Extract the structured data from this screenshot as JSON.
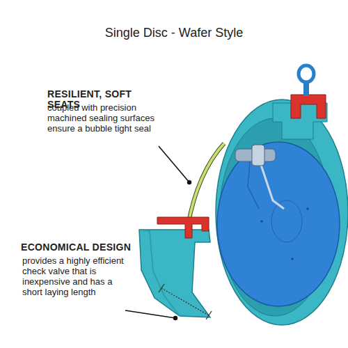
{
  "diagram": {
    "title": "Single Disc - Wafer Style",
    "labels": [
      "RESILIENT, SOFT SEATS",
      "coupled with precision machined sealing surfaces ensure a bubble tight seal",
      "ECONOMICAL DESIGN",
      "provides a highly efficient check valve that is inexpensive and has a short laying length"
    ]
  }
}
